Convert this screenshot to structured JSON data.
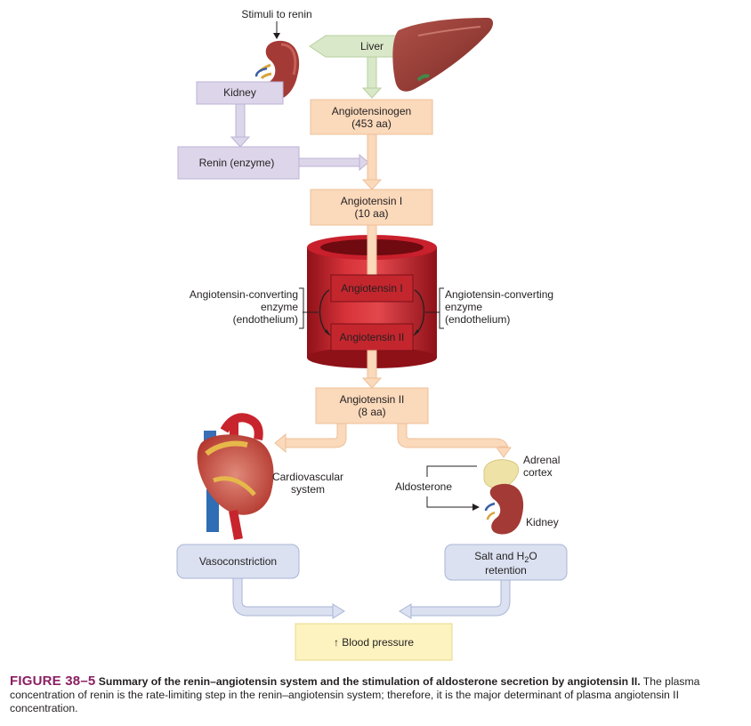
{
  "labels": {
    "stimuli": "Stimuli to renin",
    "kidney_box": "Kidney",
    "liver": "Liver",
    "angiotensinogen": "Angiotensinogen",
    "angiotensinogen_aa": "(453 aa)",
    "renin": "Renin (enzyme)",
    "ang1": "Angiotensin I",
    "ang1_aa": "(10 aa)",
    "vessel_ang1": "Angiotensin I",
    "vessel_ang2": "Angiotensin II",
    "ace_left_1": "Angiotensin-converting",
    "ace_left_2": "enzyme",
    "ace_left_3": "(endothelium)",
    "ace_right_1": "Angiotensin-converting",
    "ace_right_2": "enzyme",
    "ace_right_3": "(endothelium)",
    "ang2": "Angiotensin II",
    "ang2_aa": "(8 aa)",
    "cardio_1": "Cardiovascular",
    "cardio_2": "system",
    "adrenal_1": "Adrenal",
    "adrenal_2": "cortex",
    "aldosterone": "Aldosterone",
    "kidney_right": "Kidney",
    "vasoconstriction": "Vasoconstriction",
    "salt_1": "Salt and H",
    "salt_sub": "2",
    "salt_o": "O",
    "salt_2": "retention",
    "blood_pressure": "↑ Blood pressure"
  },
  "caption": {
    "figure": "FIGURE 38–5",
    "title": "Summary of the renin–angiotensin system and the stimulation of aldosterone secretion by angiotensin II.",
    "body": "The plasma concentration of renin is the rate-limiting step in the renin–angiotensin system; therefore, it is the major determinant of plasma angiotensin II concentration."
  },
  "colors": {
    "liver_path": "#d9e8c8",
    "kidney_path": "#ddd6ea",
    "angiotensin_path": "#fbd9bb",
    "outcome_box": "#dbe1f1",
    "blood_pressure_box": "#fdf3c0",
    "vessel": "#c8202c",
    "caption_figure": "#8b1f62"
  }
}
